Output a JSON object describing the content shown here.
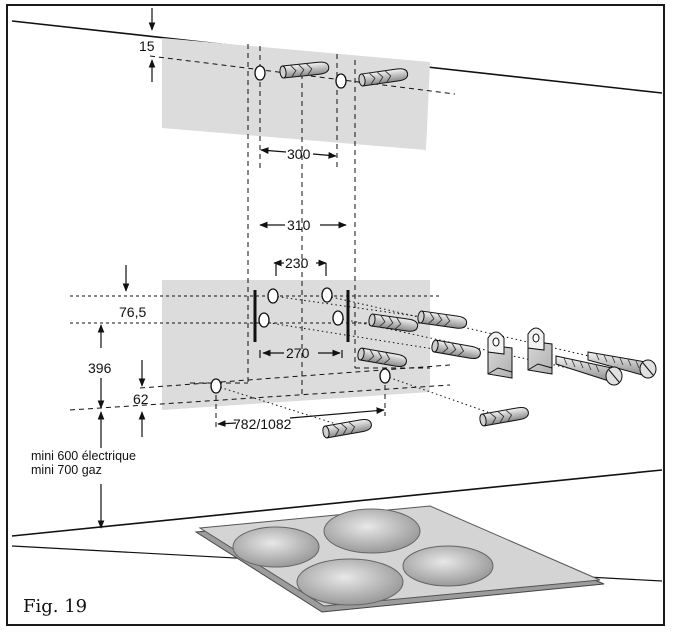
{
  "dimensions": {
    "top_gap": "15",
    "top_spacing": "300",
    "outer_spacing": "310",
    "inner_spacing": "230",
    "offset": "76,5",
    "lower_spacing": "270",
    "height": "396",
    "bottom_offset": "62",
    "width": "782/1082"
  },
  "notes": {
    "electric": "mini 600 électrique",
    "gas": "mini 700 gaz"
  },
  "caption": "Fig. 19",
  "colors": {
    "panel": "#dcdcdc",
    "line": "#111111",
    "hob": "#c8c8c8"
  }
}
